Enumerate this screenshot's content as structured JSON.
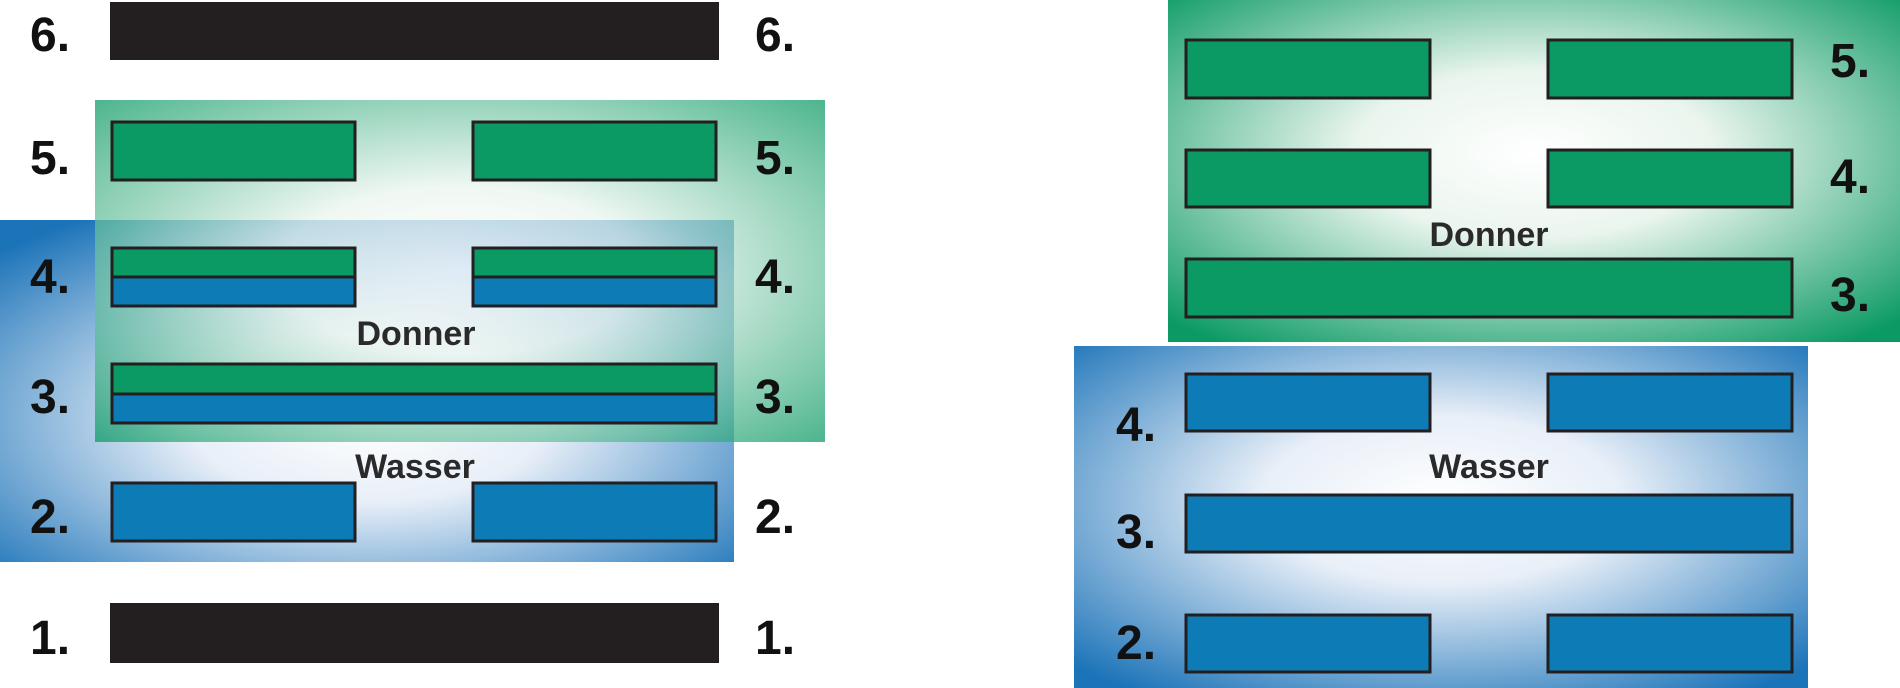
{
  "colors": {
    "green": "#0b9a64",
    "green_area": "#0b9a64",
    "blue": "#0c7bb6",
    "blue_area": "#1b73b8",
    "black": "#231f20",
    "stroke": "#231f20"
  },
  "left": {
    "labels": [
      "6.",
      "5.",
      "4.",
      "3.",
      "2.",
      "1."
    ],
    "donner": "Donner",
    "wasser": "Wasser"
  },
  "right": {
    "upper_labels": [
      "5.",
      "4.",
      "3."
    ],
    "lower_labels": [
      "4.",
      "3.",
      "2."
    ],
    "donner": "Donner",
    "wasser": "Wasser"
  }
}
